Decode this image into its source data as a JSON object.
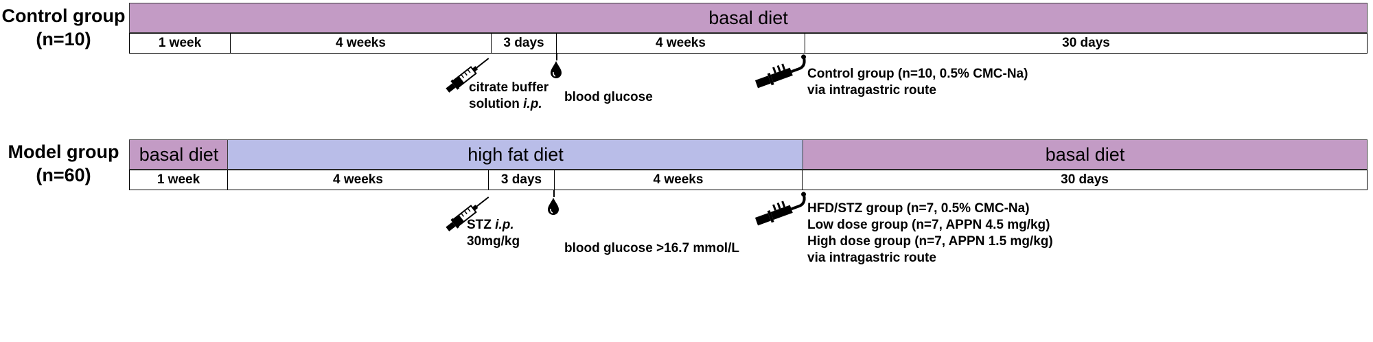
{
  "control": {
    "label_line1": "Control group",
    "label_line2": "(n=10)",
    "diet": "basal diet",
    "segments": [
      "1 week",
      "4 weeks",
      "3 days",
      "4 weeks",
      "30 days"
    ],
    "injection_line1": "citrate buffer",
    "injection_line2_a": "solution ",
    "injection_line2_b": "i.p.",
    "glucose": "blood glucose",
    "gavage_line1": "Control group  (n=10, 0.5% CMC-Na)",
    "gavage_line2": "via intragastric route"
  },
  "model": {
    "label_line1": "Model group",
    "label_line2": "(n=60)",
    "diet1": "basal diet",
    "diet2": "high fat diet",
    "diet3": "basal diet",
    "segments": [
      "1 week",
      "4 weeks",
      "3 days",
      "4 weeks",
      "30 days"
    ],
    "injection_line1_a": "STZ ",
    "injection_line1_b": "i.p.",
    "injection_line2": "30mg/kg",
    "glucose": "blood glucose >16.7 mmol/L",
    "gavage_lines": [
      "HFD/STZ group  (n=7, 0.5% CMC-Na)",
      "Low dose group (n=7, APPN 4.5 mg/kg)",
      "High dose group (n=7, APPN 1.5 mg/kg)",
      "via intragastric route"
    ]
  },
  "colors": {
    "basal": "#c39bc5",
    "high_fat": "#b9bde8"
  },
  "icons": [
    "syringe-icon",
    "blood-drop-icon",
    "gavage-needle-icon"
  ]
}
